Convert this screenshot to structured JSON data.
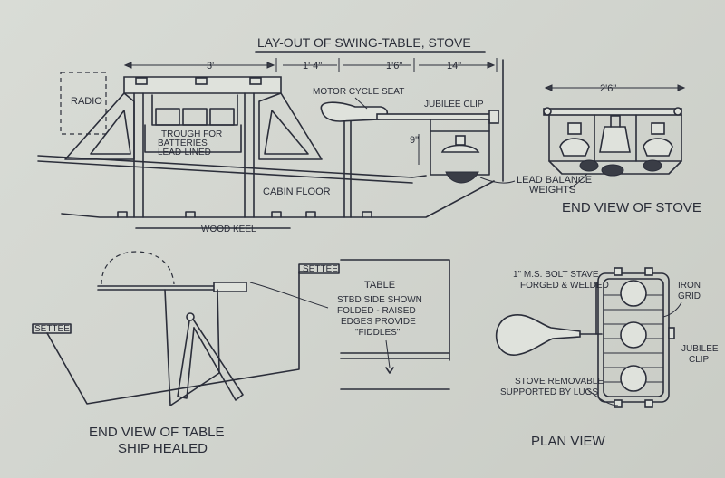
{
  "title": "LAY-OUT OF SWING-TABLE, STOVE",
  "dimensions": {
    "d1": "3'",
    "d2": "1' 4\"",
    "d3": "1'6\"",
    "d4": "14\"",
    "d5": "9\"",
    "d6": "2'6\""
  },
  "labels": {
    "radio": "RADIO",
    "trough_1": "TROUGH FOR",
    "trough_2": "BATTERIES",
    "trough_3": "LEAD-LINED",
    "motor_seat": "MOTOR CYCLE SEAT",
    "jubilee_clip": "JUBILEE CLIP",
    "cabin_floor": "CABIN FLOOR",
    "wood_keel": "WOOD KEEL",
    "lead_balance_1": "LEAD BALANCE",
    "lead_balance_2": "WEIGHTS",
    "end_view_stove": "END VIEW OF STOVE",
    "settee_1": "SETTEE",
    "settee_2": "SETTEE",
    "table": "TABLE",
    "stbd_1": "STBD SIDE SHOWN",
    "stbd_2": "FOLDED - RAISED",
    "stbd_3": "EDGES PROVIDE",
    "stbd_4": "\"FIDDLES\"",
    "end_view_table_1": "END VIEW OF TABLE",
    "end_view_table_2": "SHIP HEALED",
    "bolt_1": "1\" M.S. BOLT STAVE",
    "bolt_2": "FORGED & WELDED",
    "iron_1": "IRON",
    "iron_2": "GRID",
    "jub_1": "JUBILEE",
    "jub_2": "CLIP",
    "removable_1": "STOVE REMOVABLE",
    "removable_2": "SUPPORTED BY LUGS",
    "plan_view": "PLAN VIEW"
  }
}
